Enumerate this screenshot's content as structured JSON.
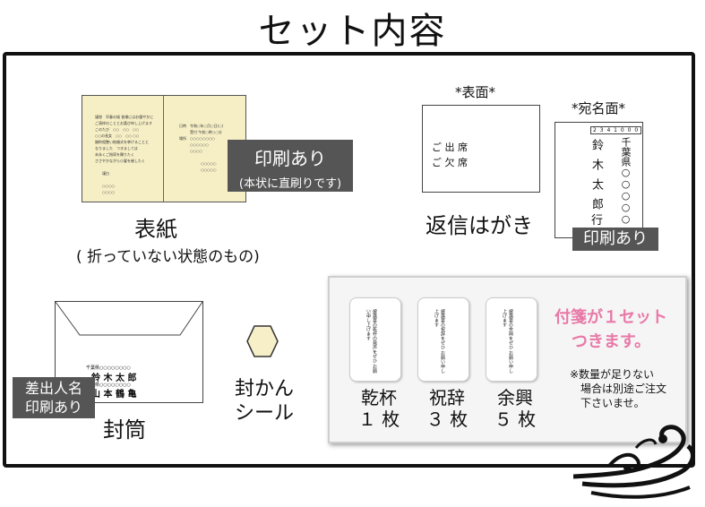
{
  "title": "セット内容",
  "cover": {
    "badge_main": "印刷あり",
    "badge_sub": "(本状に直刷りです)",
    "label": "表紙",
    "note": "( 折っていない状態のもの)"
  },
  "reply": {
    "front_label": "*表面*",
    "front_lines": [
      "ご 出 席",
      "ご 欠 席"
    ],
    "back_label": "*宛名面*",
    "postal_code": "2 3 4 1 0 0 0",
    "address": "千葉県○○○○○○",
    "recipient": "鈴木太郎",
    "suffix": "行",
    "badge": "印刷あり",
    "label": "返信はがき"
  },
  "envelope": {
    "addr_line1": "千葉県○○○○○○○○",
    "name1": "鈴 木 太 郎",
    "addr_line2": "千葉県○○○○○○○○",
    "name2": "山 本 鶴 亀",
    "badge_line1": "差出人名",
    "badge_line2": "印刷あり",
    "label": "封筒"
  },
  "seal": {
    "label_line1": "封かん",
    "label_line2": "シール"
  },
  "tags": {
    "items": [
      {
        "text": "披露宴の乾杯の発声をぜひ お願い申し上げます",
        "label1": "乾杯",
        "label2": "１ 枚"
      },
      {
        "text": "披露宴の祝辞をぜひ お願い申し上げます",
        "label1": "祝辞",
        "label2": "３ 枚"
      },
      {
        "text": "披露宴の余興をぜひ お願い申し上げます",
        "label1": "余興",
        "label2": "５ 枚"
      }
    ],
    "promo_line1": "付箋が１セット",
    "promo_line2": "つきます。",
    "note_line1": "※数量が足りない",
    "note_line2": "場合は別途ご注文",
    "note_line3": "下さいませ。",
    "promo_color": "#e879a8"
  }
}
